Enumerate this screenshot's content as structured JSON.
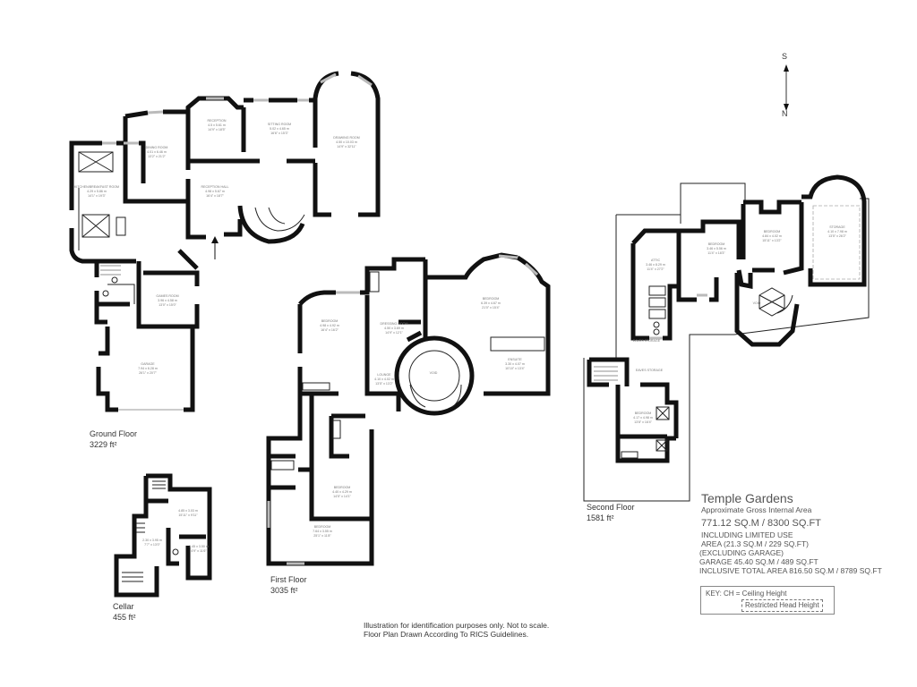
{
  "property": {
    "title": "Temple Gardens",
    "subtitle": "Approximate Gross Internal Area",
    "total_area": "771.12 SQ.M / 8300 SQ.FT",
    "limited_use_line1": "INCLUDING LIMITED USE",
    "limited_use_line2": "AREA (21.3 SQ.M / 229 SQ.FT)",
    "excluding_garage": "(EXCLUDING GARAGE)",
    "garage": "GARAGE  45.40 SQ.M / 489 SQ.FT",
    "inclusive_total": "INCLUSIVE TOTAL AREA 816.50 SQ.M / 8789 SQ.FT"
  },
  "key": {
    "ceiling_height": "KEY: CH = Ceiling Height",
    "restricted": "Restricted Head Height"
  },
  "compass": {
    "top": "S",
    "bottom": "N"
  },
  "disclaimer": {
    "line1": "Illustration for identification purposes only. Not to scale.",
    "line2": "Floor Plan Drawn According To RICS Guidelines."
  },
  "floors": {
    "ground": {
      "name": "Ground Floor",
      "area": "3229 ft²"
    },
    "cellar": {
      "name": "Cellar",
      "area": "455 ft²"
    },
    "first": {
      "name": "First Floor",
      "area": "3035 ft²"
    },
    "second": {
      "name": "Second Floor",
      "area": "1581 ft²"
    }
  },
  "rooms": {
    "ground": {
      "kitchen": {
        "name": "KITCHEN/BREAKFAST ROOM",
        "m": "4.29 x 5.86 m",
        "ft": "14'1\" x 19'3\""
      },
      "dining": {
        "name": "DINING ROOM",
        "m": "4.01 x 6.46 m",
        "ft": "13'2\" x 21'2\""
      },
      "reception": {
        "name": "RECEPTION",
        "m": "4.5 x 5.61 m",
        "ft": "14'9\" x 18'5\""
      },
      "sitting": {
        "name": "SITTING ROOM",
        "m": "5.02 x 4.65 m",
        "ft": "16'6\" x 15'3\""
      },
      "drawing": {
        "name": "DRAWING ROOM",
        "m": "4.50 x 10.03 m",
        "ft": "14'9\" x 32'11\""
      },
      "hall": {
        "name": "RECEPTION HALL",
        "m": "4.98 x 5.67 m",
        "ft": "16'4\" x 18'7\""
      },
      "games": {
        "name": "GAMES ROOM",
        "m": "3.96 x 4.58 m",
        "ft": "13'0\" x 15'0\""
      },
      "garage": {
        "name": "GARAGE",
        "m": "7.94 x 6.28 m",
        "ft": "26'1\" x 20'7\""
      }
    },
    "cellar": {
      "c1": {
        "m": "4.85 x 3.03 m",
        "ft": "15'11\" x 9'11\""
      },
      "c2": {
        "m": "2.30 x 3.95 m",
        "ft": "7'7\" x 13'0\""
      },
      "c3": {
        "m": "1.45 x 3.50 m",
        "ft": "4'9\" x 11'6\""
      }
    },
    "first": {
      "bedroom_w": {
        "name": "BEDROOM",
        "m": "4.98 x 4.92 m",
        "ft": "16'4\" x 16'2\""
      },
      "dressing": {
        "name": "DRESSING ROOM",
        "m": "4.50 x 3.69 m",
        "ft": "14'9\" x 12'1\""
      },
      "bedroom_main": {
        "name": "BEDROOM",
        "m": "6.39 x 4.67 m",
        "ft": "21'0\" x 15'4\""
      },
      "lounge": {
        "name": "LOUNGE",
        "m": "4.10 x 4.02 m",
        "ft": "13'5\" x 13'2\""
      },
      "void": {
        "name": "VOID"
      },
      "ensuite": {
        "name": "ENSUITE",
        "m": "3.30 x 4.07 m",
        "ft": "10'10\" x 13'4\""
      },
      "bedroom_s1": {
        "name": "BEDROOM",
        "m": "4.40 x 4.29 m",
        "ft": "14'5\" x 14'1\""
      },
      "bedroom_s2": {
        "name": "BEDROOM",
        "m": "7.64 x 3.55 m",
        "ft": "25'1\" x 11'8\""
      }
    },
    "second": {
      "attic": {
        "name": "ATTIC",
        "m": "3.46 x 8.29 m",
        "ft": "11'4\" x 27'2\""
      },
      "bedroom_a": {
        "name": "BEDROOM",
        "m": "3.46 x 5.56 m",
        "ft": "11'4\" x 18'3\""
      },
      "bedroom_b": {
        "name": "BEDROOM",
        "m": "4.84 x 4.02 m",
        "ft": "15'11\" x 13'2\""
      },
      "storage": {
        "name": "STORAGE",
        "m": "4.10 x 7.98 m",
        "ft": "13'5\" x 26'2\""
      },
      "void": {
        "name": "VOID"
      },
      "eaves1": {
        "name": "EAVES STORAGE"
      },
      "eaves2": {
        "name": "EAVES STORAGE"
      },
      "bedroom_c": {
        "name": "BEDROOM",
        "m": "4.17 x 4.98 m",
        "ft": "13'8\" x 16'4\""
      }
    }
  }
}
